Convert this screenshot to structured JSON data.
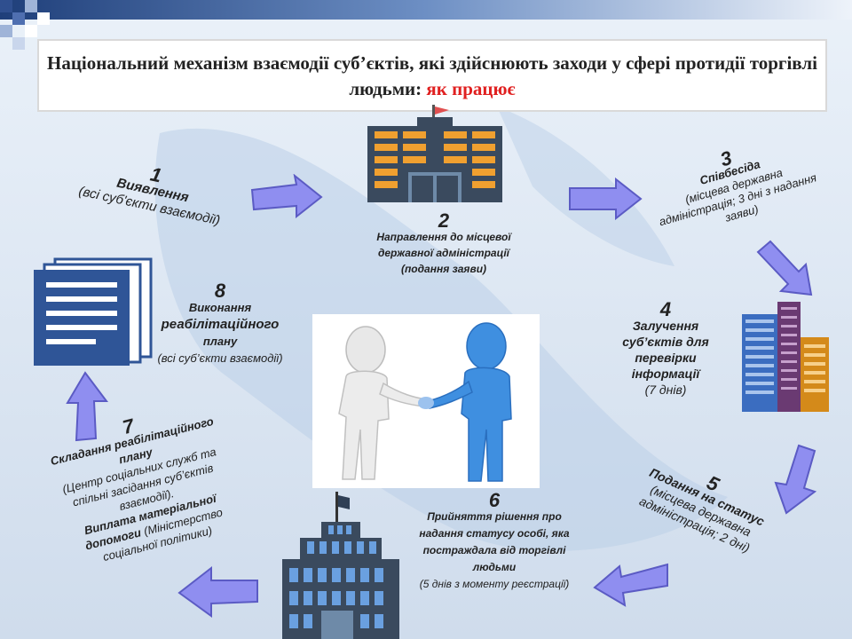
{
  "title": {
    "main": "Національний механізм взаємодії суб’єктів, які здійснюють заходи у сфері протидії торгівлі людьми:",
    "accent": "як працює"
  },
  "steps": [
    {
      "num": "1",
      "name": "Виявлення",
      "detail": "(всі суб'єкти взаємодії)"
    },
    {
      "num": "2",
      "name": "Направлення до місцевої державної адміністрації (подання заяви)"
    },
    {
      "num": "3",
      "name": "Співбесіда",
      "detail": "(місцева державна адміністрація; 3 дні з надання заяви)"
    },
    {
      "num": "4",
      "name": "Залучення суб’єктів для перевірки інформації",
      "detail": "(7 днів)"
    },
    {
      "num": "5",
      "name": "Подання на статус",
      "detail": "(місцева державна адміністрація; 2 дні)"
    },
    {
      "num": "6",
      "name": "Прийняття рішення про надання статусу особі, яка постраждала від торгівлі людьми",
      "detail": "(5 днів з моменту реєстрації)"
    },
    {
      "num": "7",
      "name": "Складання реабілітаційного плану",
      "detail": "(Центр соціальних служб та спільні засідання суб’єктів взаємодії).",
      "name2": "Виплата матеріальної допомоги",
      "detail2": "(Міністерство соціальної політики)"
    },
    {
      "num": "8",
      "name_a": "Виконання",
      "name_b": "реабілітаційного",
      "name_c": "плану",
      "detail": "(всі суб’єкти взаємодії)"
    }
  ],
  "colors": {
    "arrow_fill": "#8f8ef0",
    "arrow_stroke": "#5b5bc4",
    "building_orange": "#f0a030",
    "building_blue": "#3b6dc0",
    "accent_red": "#e02020"
  }
}
